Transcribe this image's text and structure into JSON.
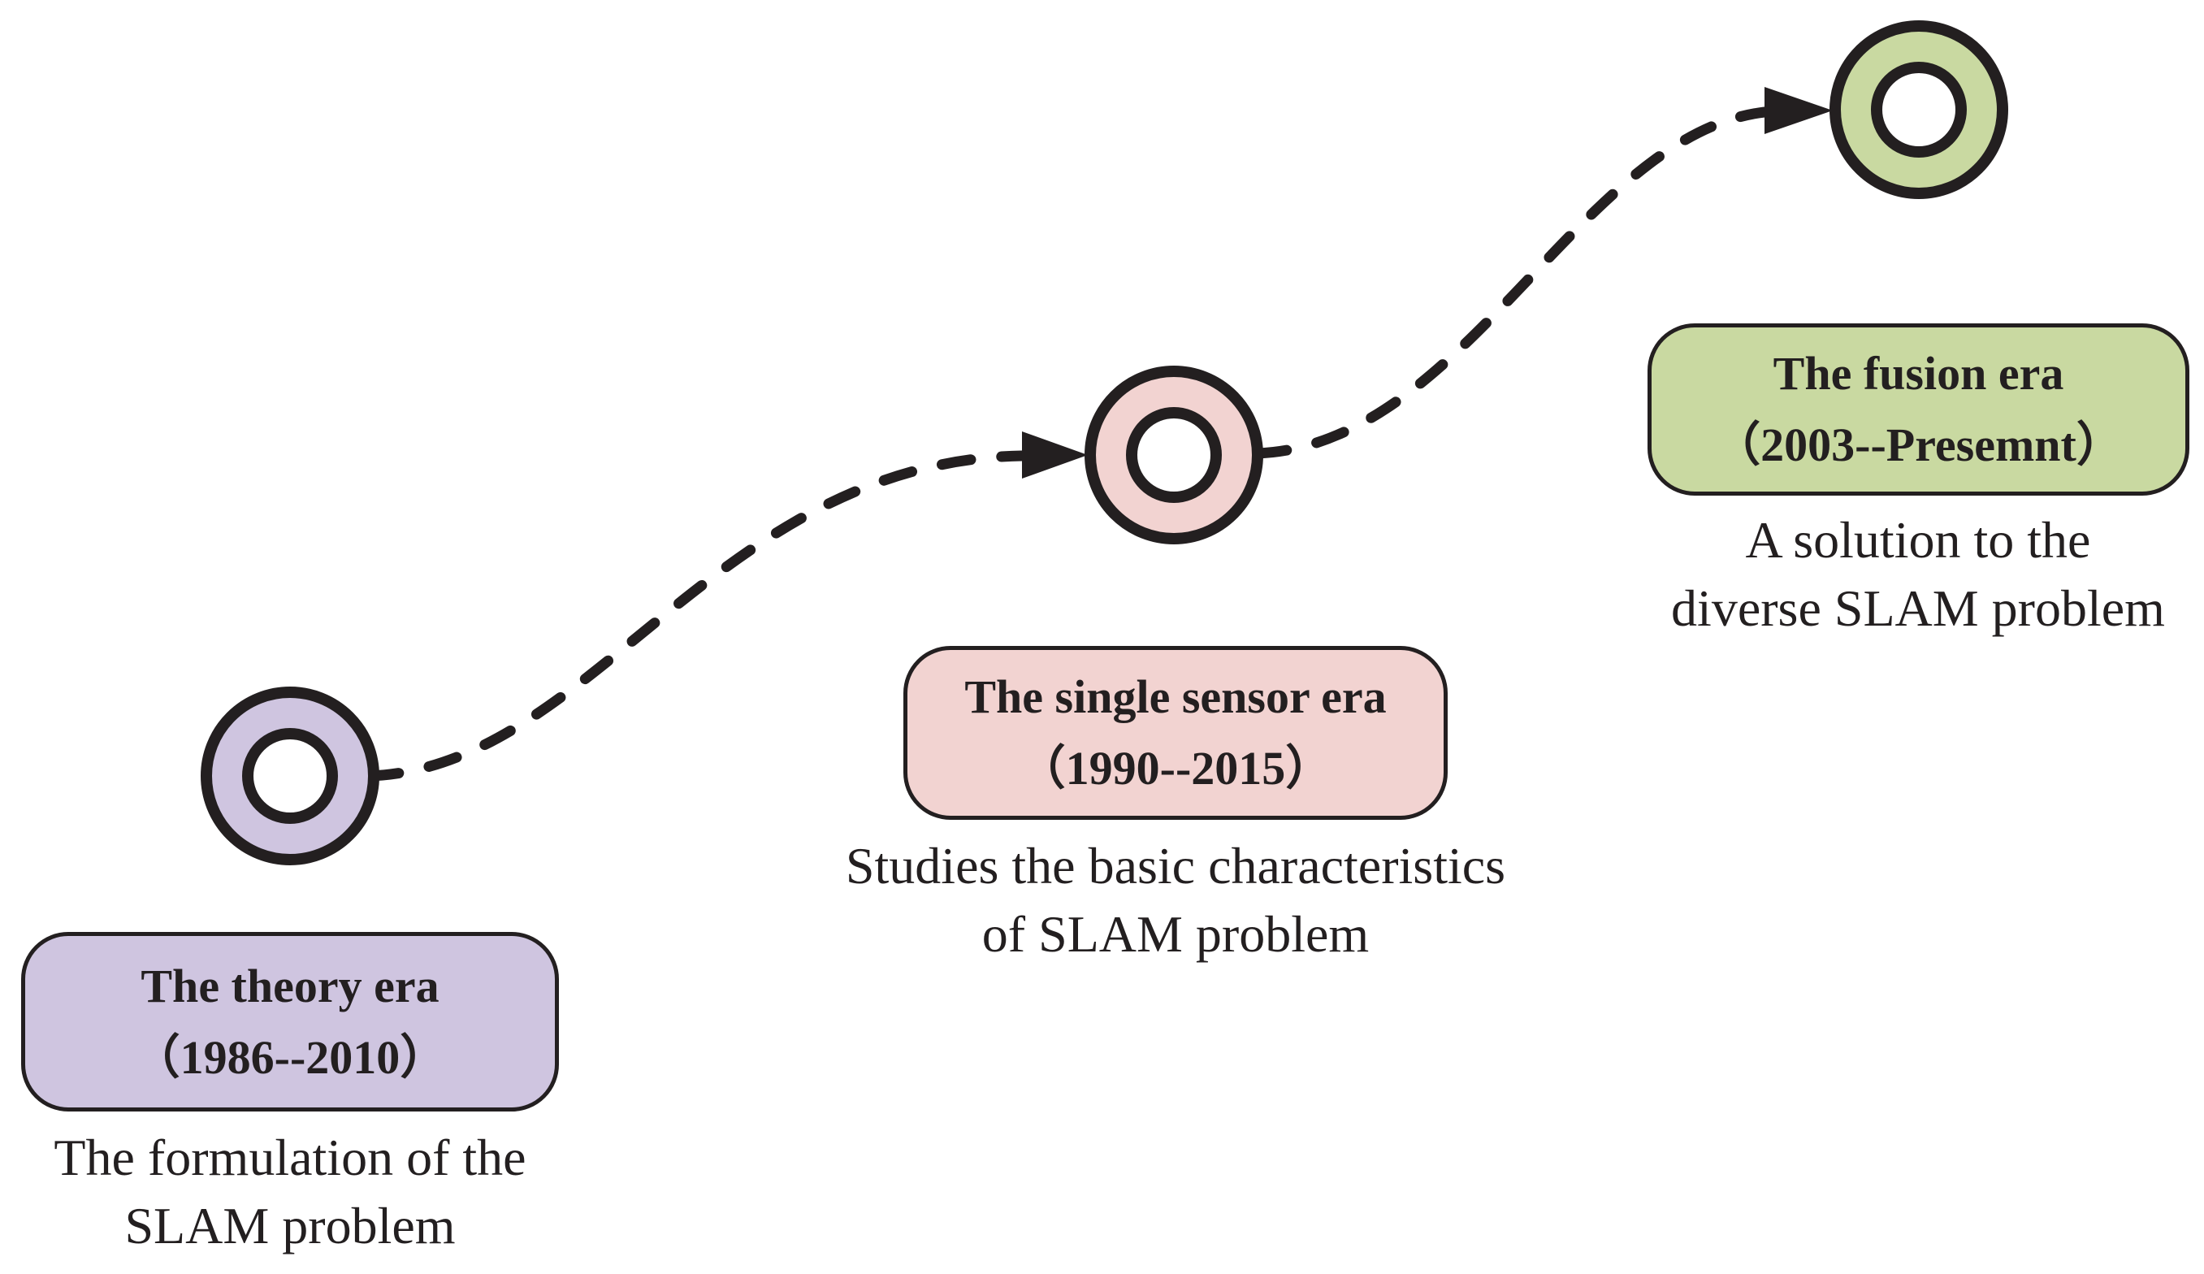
{
  "diagram": {
    "background_color": "#ffffff",
    "line_color": "#231f20",
    "nodes": [
      {
        "era_title": "The theory era",
        "era_range": "（1986--2010）",
        "caption": [
          "The formulation of the",
          "SLAM problem"
        ],
        "fill_color": "#cfc5e0"
      },
      {
        "era_title": "The single sensor era",
        "era_range": "（1990--2015）",
        "caption": [
          "Studies the basic characteristics",
          "of SLAM problem"
        ],
        "fill_color": "#f2d3d1"
      },
      {
        "era_title": "The fusion era",
        "era_range": "（2003--Presemnt）",
        "caption": [
          "A solution to the",
          "diverse SLAM problem"
        ],
        "fill_color": "#c9d9a1"
      }
    ]
  }
}
